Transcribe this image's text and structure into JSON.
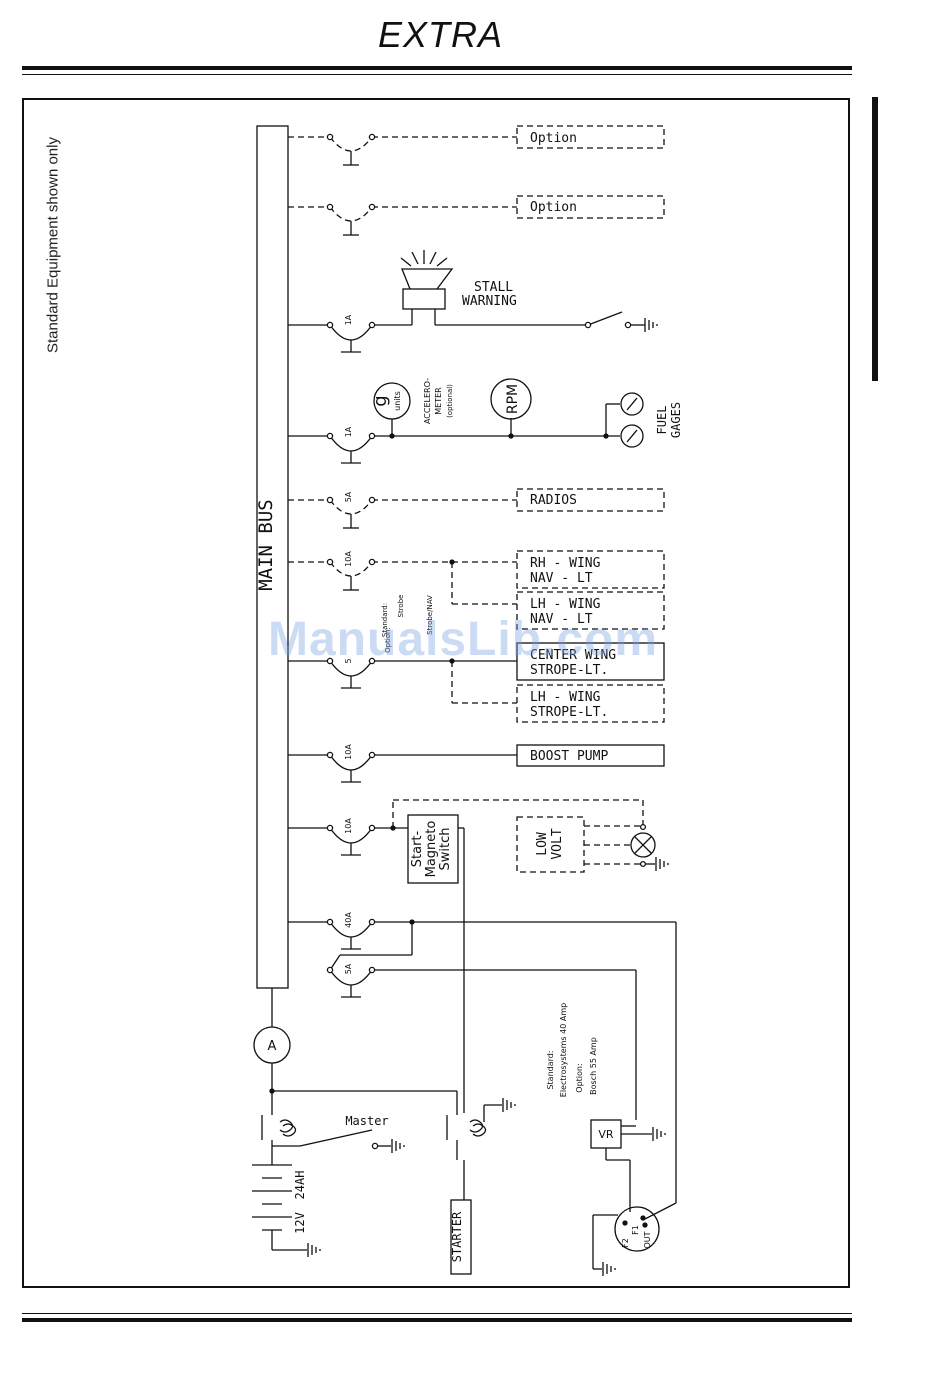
{
  "header": {
    "brand": "EXTRA"
  },
  "note": "Standard Equipment shown only",
  "watermark": "ManualsLib.com",
  "bus": {
    "label": "MAIN BUS"
  },
  "options": {
    "option_1": "Option",
    "option_2": "Option"
  },
  "stall_warning": {
    "line1": "STALL",
    "line2": "WARNING"
  },
  "breakers": {
    "stall": "1A",
    "accel": "1A",
    "radios": "5A",
    "nav": "10A",
    "strobe": "5",
    "boost": "10A",
    "starter": "10A",
    "alternator": "40A",
    "field": "5A"
  },
  "accelerometer": {
    "symbol": "g",
    "units": "units",
    "line1": "ACCELERO-",
    "line2": "METER",
    "line3": "(optional)"
  },
  "rpm": "RPM",
  "fuel": {
    "line1": "FUEL",
    "line2": "GAGES"
  },
  "radios": "RADIOS",
  "strobe_notes": {
    "n1": "Standard:",
    "n2": "Strobe",
    "n3": "Option:",
    "n4": "Strobe/NAV"
  },
  "rh_wing_nav": {
    "line1": "RH - WING",
    "line2": "NAV - LT"
  },
  "lh_wing_nav": {
    "line1": "LH - WING",
    "line2": "NAV - LT"
  },
  "center_strobe": {
    "line1": "CENTER WING",
    "line2": "STROPE-LT."
  },
  "lh_wing_strobe": {
    "line1": "LH - WING",
    "line2": "STROPE-LT."
  },
  "boost_pump": "BOOST PUMP",
  "start_switch": {
    "line1": "Start-",
    "line2": "Magneto",
    "line3": "Switch"
  },
  "low_volt": {
    "line1": "LOW",
    "line2": "VOLT"
  },
  "alternator_notes": {
    "n1": "Standard:",
    "n2": "Electrosystems 40 Amp",
    "n3": "Option:",
    "n4": "Bosch 55 Amp"
  },
  "ammeter": "A",
  "master": "Master",
  "battery": {
    "line1": "24AH",
    "line2": "12V"
  },
  "starter": "STARTER",
  "vr": "VR",
  "alt_terminals": {
    "f2": "F2",
    "f1": "F1",
    "out": "OUT"
  }
}
